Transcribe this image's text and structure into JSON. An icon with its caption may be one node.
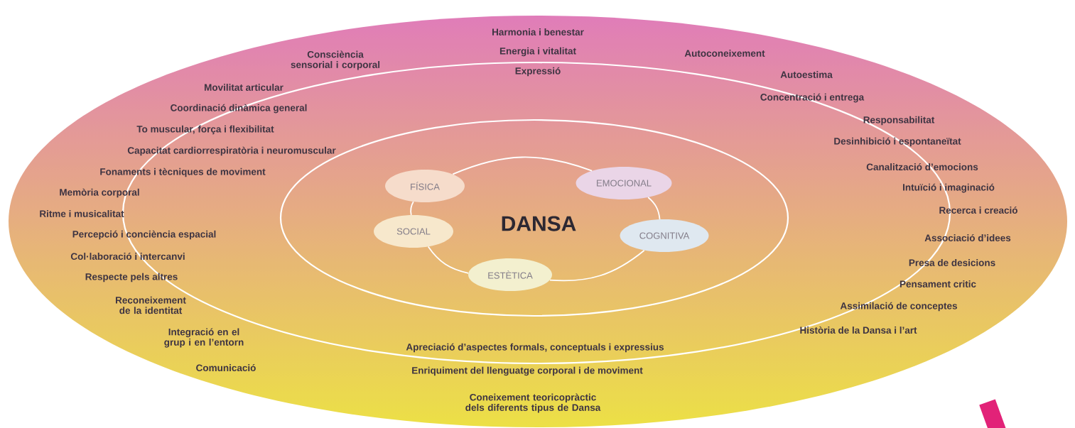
{
  "diagram": {
    "nodes": [
      {
        "text": [
          "FÍSICA"
        ]
      },
      {
        "text": [
          "EMOCIONAL"
        ]
      },
      {
        "text": [
          "SOCIAL"
        ]
      },
      {
        "text": [
          "COGNITIVA"
        ]
      },
      {
        "text": [
          "ESTÈTICA"
        ]
      }
    ],
    "edges": [
      {
        "from": 0,
        "to": 1,
        "arrow": "none"
      },
      {
        "from": 1,
        "to": 3,
        "arrow": "none"
      },
      {
        "from": 3,
        "to": 4,
        "arrow": "none"
      },
      {
        "from": 4,
        "to": 2,
        "arrow": "none"
      },
      {
        "from": 2,
        "to": 0,
        "arrow": "none"
      }
    ],
    "labels": [
      "Harmonia i benestar",
      "Energia i vitalitat",
      "Consciència sensorial i corporal",
      "Autoconeixement",
      "Expressió",
      "Autoestima",
      "Movilitat articular",
      "Concentració i entrega",
      "Coordinació dinàmica general",
      "Responsabilitat",
      "To muscular, força i flexibilitat",
      "Desinhibició i espontaneïtat",
      "Capacitat cardiorrespiratòria i neuromuscular",
      "Canalització d’emocions",
      "Fonaments i tècniques de moviment",
      "Intuïció i imaginació",
      "Memòria corporal",
      "Recerca i creació",
      "Ritme i musicalitat",
      "DANSA",
      "Percepció i conciència espacial",
      "Associació d’idees",
      "Col·laboració i intercanvi",
      "Presa de desicions",
      "Respecte pels altres",
      "Pensament critic",
      "Reconeixement de la identitat",
      "Assimilació de conceptes",
      "Història de la Dansa i l’art",
      "Integració en el grup i en l’entorn",
      "Apreciació d’aspectes formals, conceptuals i expressius",
      "Comunicació",
      "Enriquiment del llenguatge corporal i de moviment",
      "Coneixement teoricopràctic dels diferents tipus de Dansa"
    ]
  }
}
